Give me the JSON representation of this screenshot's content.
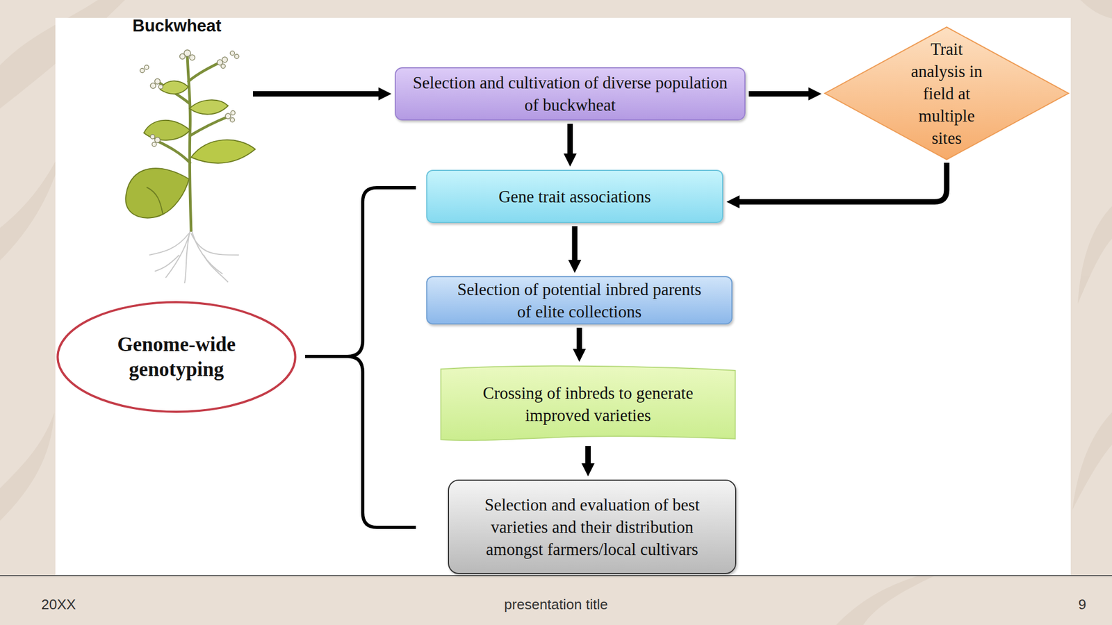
{
  "diagram": {
    "nodes": [
      {
        "text": [
          "Selection and cultivation of diverse population of buckwheat"
        ]
      },
      {
        "text": [
          "Trait analysis in field at multiple sites"
        ]
      },
      {
        "text": [
          "Gene trait associations"
        ]
      },
      {
        "text": [
          "Selection of potential inbred parents of elite collections"
        ]
      },
      {
        "text": [
          "Crossing of inbreds to generate improved varieties"
        ]
      },
      {
        "text": [
          "Selection and evaluation of best varieties and their distribution amongst farmers/local cultivars"
        ]
      },
      {
        "text": [
          "Genome-wide genotyping"
        ]
      }
    ],
    "edges": [
      {
        "from": 0,
        "to": 1,
        "arrow": "to"
      },
      {
        "from": 0,
        "to": 2,
        "arrow": "to"
      },
      {
        "from": 1,
        "to": 2,
        "arrow": "to"
      },
      {
        "from": 2,
        "to": 3,
        "arrow": "to"
      },
      {
        "from": 3,
        "to": 4,
        "arrow": "to"
      },
      {
        "from": 4,
        "to": 5,
        "arrow": "to"
      }
    ],
    "labels": [
      "Buckwheat",
      "20XX",
      "presentation title",
      "9"
    ]
  }
}
